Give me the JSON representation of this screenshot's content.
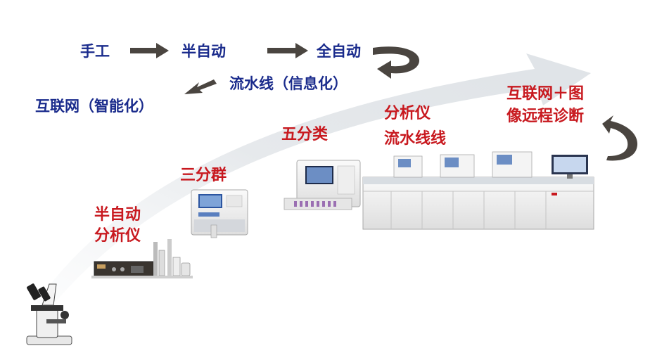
{
  "flow": {
    "manual": "手工",
    "semi_auto": "半自动",
    "full_auto": "全自动",
    "pipeline": "流水线（信息化）",
    "internet": "互联网（智能化）"
  },
  "stages": {
    "semi_auto_analyzer_line1": "半自动",
    "semi_auto_analyzer_line2": "分析仪",
    "three_part": "三分群",
    "five_part": "五分类",
    "analyzer_pipeline_line1": "分析仪",
    "analyzer_pipeline_line2": "流水线线",
    "remote_line1": "互联网＋图",
    "remote_line2": "像远程诊断"
  },
  "colors": {
    "flow_text": "#1a2b8c",
    "stage_text": "#c8191f",
    "arrow": "#4a4540",
    "swoosh": "#e2e6ea"
  },
  "icons": {
    "microscope": "microscope-icon",
    "semi_auto_device": "semi-auto-analyzer-icon",
    "three_part_device": "three-part-analyzer-icon",
    "five_part_device": "five-part-analyzer-icon",
    "pipeline_device": "pipeline-analyzer-icon"
  }
}
